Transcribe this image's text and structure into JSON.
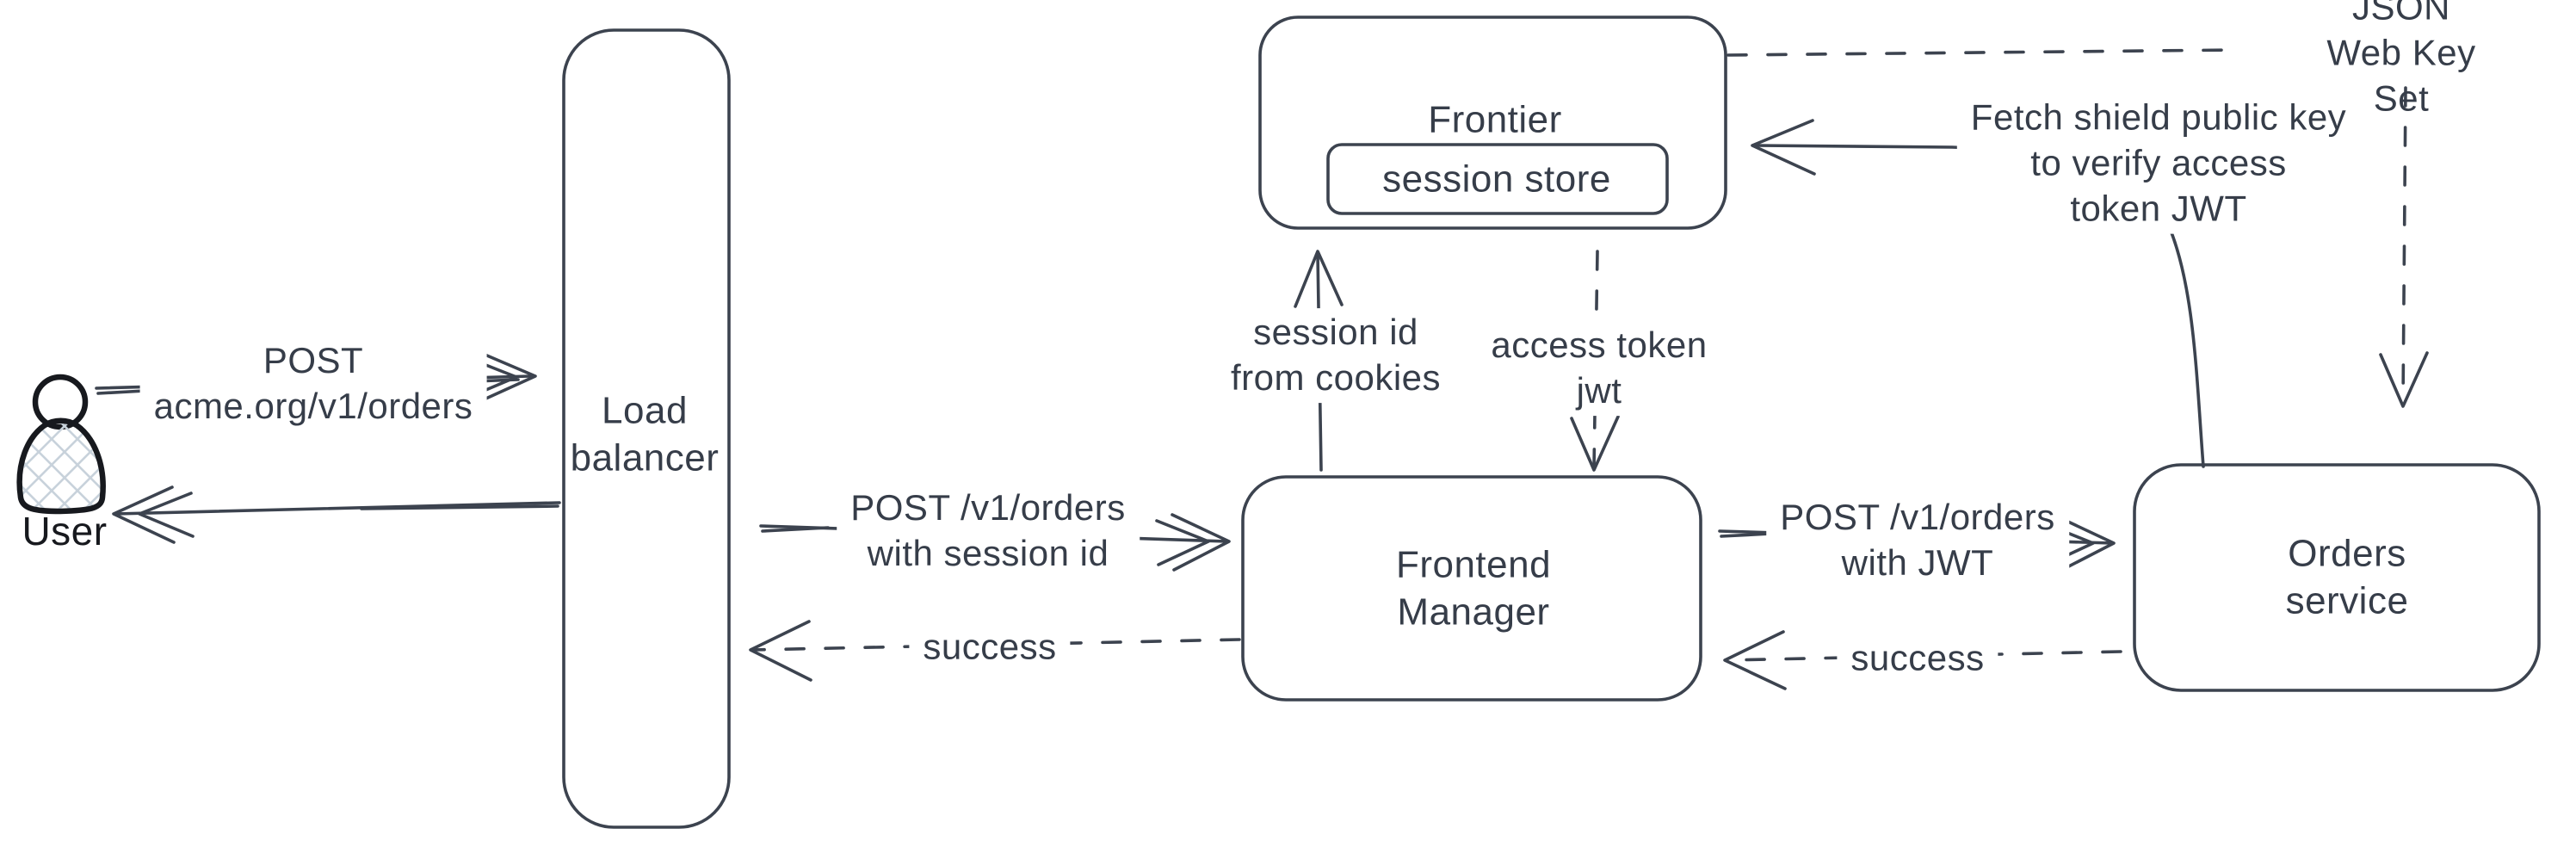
{
  "user": {
    "label": "User"
  },
  "nodes": {
    "load_balancer": {
      "label": "Load\nbalancer"
    },
    "frontier": {
      "label": "Frontier",
      "session_store_label": "session store"
    },
    "frontend_manager": {
      "label": "Frontend\nManager"
    },
    "orders_service": {
      "label": "Orders service"
    }
  },
  "edges": {
    "post_orders": {
      "label": "POST\nacme.org/v1/orders",
      "style": "solid",
      "direction": "user-to-load-balancer"
    },
    "response_to_user": {
      "label": "",
      "style": "solid",
      "direction": "load-balancer-to-user"
    },
    "post_with_session": {
      "label": "POST /v1/orders\nwith session id",
      "style": "solid",
      "direction": "load-balancer-to-frontend-manager"
    },
    "success_to_lb": {
      "label": "success",
      "style": "dashed",
      "direction": "frontend-manager-to-load-balancer"
    },
    "session_id_up": {
      "label": "session id\nfrom cookies",
      "style": "solid",
      "direction": "frontend-manager-to-frontier"
    },
    "access_token_down": {
      "label": "access token\njwt",
      "style": "dashed",
      "direction": "frontier-to-frontend-manager"
    },
    "post_with_jwt": {
      "label": "POST /v1/orders\nwith JWT",
      "style": "solid",
      "direction": "frontend-manager-to-orders-service"
    },
    "success_to_fm": {
      "label": "success",
      "style": "dashed",
      "direction": "orders-service-to-frontend-manager"
    },
    "fetch_public_key": {
      "label": "Fetch shield public key\nto verify access\ntoken JWT",
      "style": "solid",
      "direction": "orders-service-to-frontier"
    },
    "jwks_link": {
      "label": "JSON Web Key Set",
      "style": "dashed",
      "direction": "frontier-to-jwks"
    },
    "jwks_to_orders": {
      "label": "",
      "style": "dashed",
      "direction": "jwks-to-orders-service"
    }
  },
  "colors": {
    "stroke": "#3c434f",
    "text": "#363d49",
    "icon_stroke": "#17191e",
    "icon_hatch": "#c8d2db",
    "bg": "#ffffff"
  }
}
